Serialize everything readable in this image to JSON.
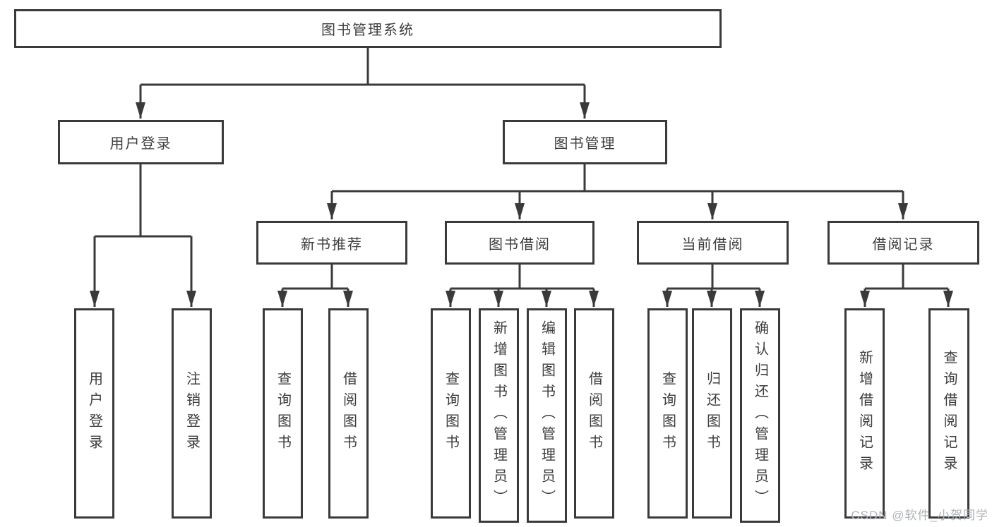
{
  "tree": {
    "label": "图书管理系统",
    "children": [
      {
        "label": "用户登录",
        "children": [
          {
            "label": "用户登录"
          },
          {
            "label": "注销登录"
          }
        ]
      },
      {
        "label": "图书管理",
        "children": [
          {
            "label": "新书推荐",
            "children": [
              {
                "label": "查询图书"
              },
              {
                "label": "借阅图书"
              }
            ]
          },
          {
            "label": "图书借阅",
            "children": [
              {
                "label": "查询图书"
              },
              {
                "label": "新增图书（管理员）"
              },
              {
                "label": "编辑图书（管理员）"
              },
              {
                "label": "借阅图书"
              }
            ]
          },
          {
            "label": "当前借阅",
            "children": [
              {
                "label": "查询图书"
              },
              {
                "label": "归还图书"
              },
              {
                "label": "确认归还（管理员）"
              }
            ]
          },
          {
            "label": "借阅记录",
            "children": [
              {
                "label": "新增借阅记录"
              },
              {
                "label": "查询借阅记录"
              }
            ]
          }
        ]
      }
    ]
  },
  "watermark": "CSDN @软件_小贺同学",
  "colors": {
    "line": "#3a3a3c",
    "border": "#3a3a3c",
    "text": "#3d3d3f",
    "watermark": "#aeb3b8",
    "bg": "#ffffff"
  }
}
